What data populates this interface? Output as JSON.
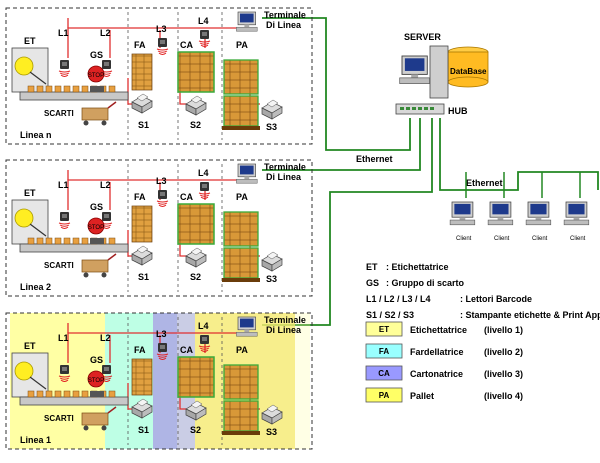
{
  "lines": [
    {
      "name": "Linea n",
      "machines": {
        "et": "ET",
        "gs": "GS",
        "fa": "FA",
        "ca": "CA",
        "pa": "PA",
        "scarti": "SCARTI"
      },
      "readers": [
        "L1",
        "L2",
        "L3",
        "L4"
      ],
      "printers": [
        "S1",
        "S2",
        "S3"
      ],
      "terminal": [
        "Terminale",
        "Di Linea"
      ]
    },
    {
      "name": "Linea 2",
      "machines": {
        "et": "ET",
        "gs": "GS",
        "fa": "FA",
        "ca": "CA",
        "pa": "PA",
        "scarti": "SCARTI"
      },
      "readers": [
        "L1",
        "L2",
        "L3",
        "L4"
      ],
      "printers": [
        "S1",
        "S2",
        "S3"
      ],
      "terminal": [
        "Terminale",
        "Di Linea"
      ]
    },
    {
      "name": "Linea 1",
      "machines": {
        "et": "ET",
        "gs": "GS",
        "fa": "FA",
        "ca": "CA",
        "pa": "PA",
        "scarti": "SCARTI"
      },
      "readers": [
        "L1",
        "L2",
        "L3",
        "L4"
      ],
      "printers": [
        "S1",
        "S2",
        "S3"
      ],
      "terminal": [
        "Terminale",
        "Di Linea"
      ]
    }
  ],
  "server": {
    "title": "SERVER",
    "database": "DataBase",
    "hub": "HUB"
  },
  "network": {
    "ethernet_main": "Ethernet",
    "ethernet_clients": "Ethernet",
    "stop_sign": "STOP"
  },
  "clients": [
    "Client",
    "Client",
    "Client",
    "Client"
  ],
  "legend": [
    {
      "abbr": "ET",
      "text": ": Etichettatrice"
    },
    {
      "abbr": "GS",
      "text": ": Gruppo di scarto"
    },
    {
      "abbr": "L1 / L2 / L3 / L4",
      "text": ": Lettori Barcode"
    },
    {
      "abbr": "S1 / S2 / S3",
      "text": ": Stampante etichette & Print Apply"
    }
  ],
  "levels": [
    {
      "code": "ET",
      "name": "Etichettatrice",
      "level": "(livello 1)",
      "color": "#ffff99"
    },
    {
      "code": "FA",
      "name": "Fardellatrice",
      "level": "(livello 2)",
      "color": "#99ffff"
    },
    {
      "code": "CA",
      "name": "Cartonatrice",
      "level": "(livello 3)",
      "color": "#9999ff"
    },
    {
      "code": "PA",
      "name": "Pallet",
      "level": "(livello 4)",
      "color": "#ffff66"
    }
  ],
  "colors": {
    "network": "#228822",
    "wiring": "#e03030",
    "frame": "#333333",
    "accent": "#66cc33"
  }
}
